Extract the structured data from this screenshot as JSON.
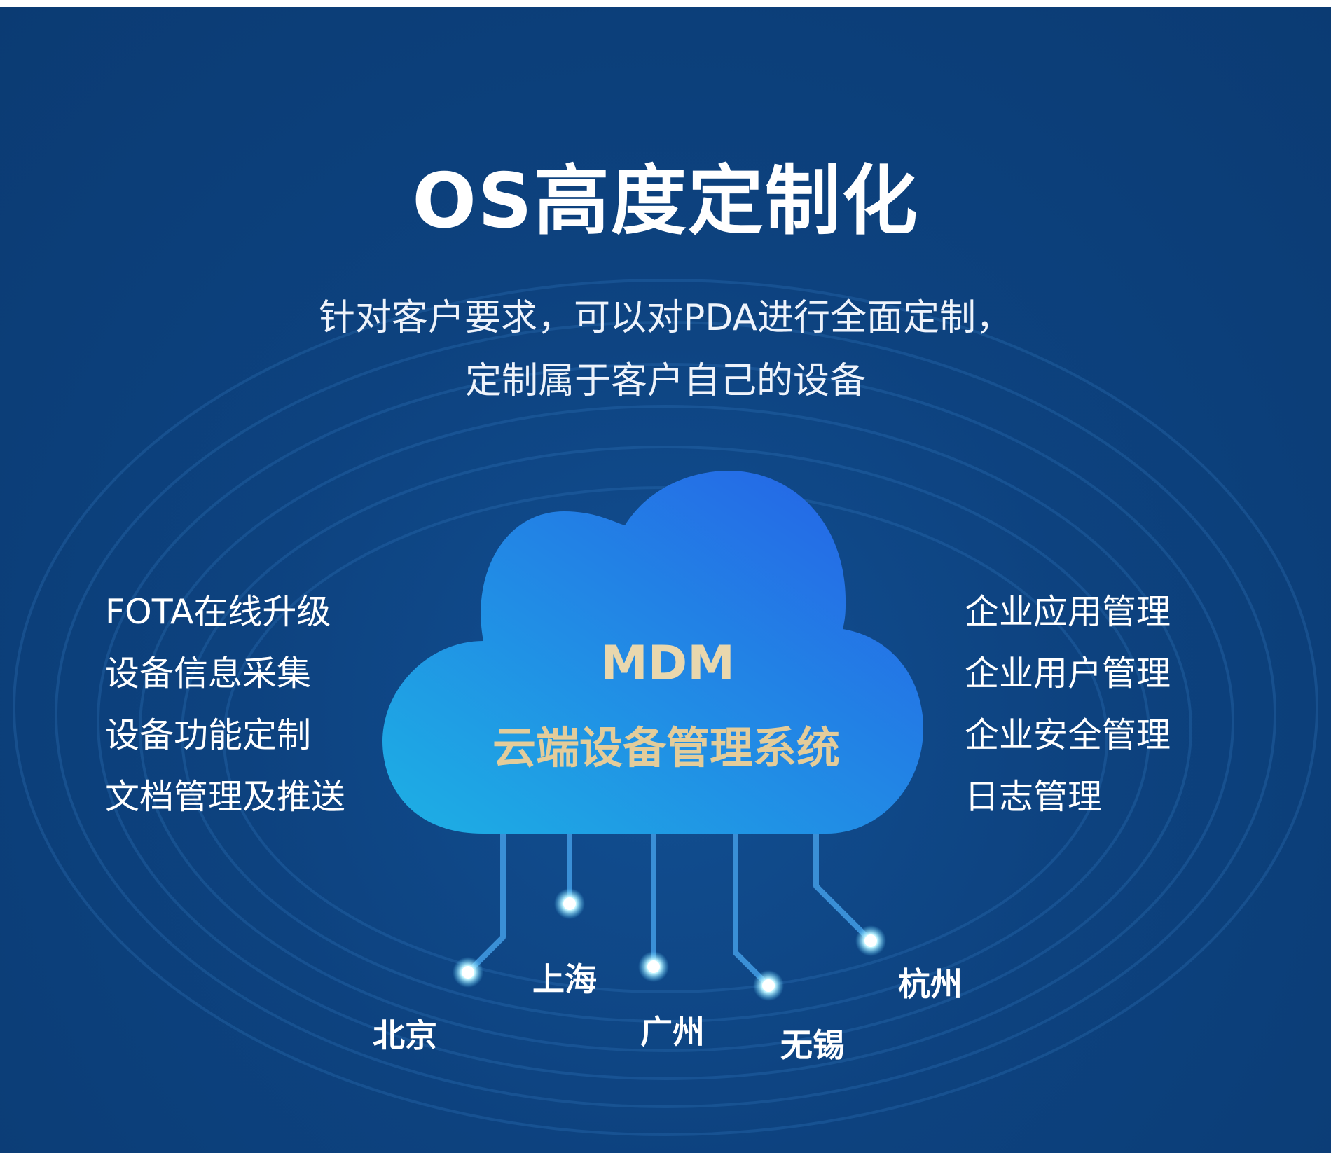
{
  "title": "OS高度定制化",
  "subtitle": {
    "line1": "针对客户要求，可以对PDA进行全面定制，",
    "line2": "定制属于客户自己的设备"
  },
  "cloud": {
    "name": "MDM",
    "label": "云端设备管理系统"
  },
  "features_left": [
    "FOTA在线升级",
    "设备信息采集",
    "设备功能定制",
    "文档管理及推送"
  ],
  "features_right": [
    "企业应用管理",
    "企业用户管理",
    "企业安全管理",
    "日志管理"
  ],
  "cities": {
    "beijing": "北京",
    "shanghai": "上海",
    "guangzhou": "广州",
    "wuxi": "无锡",
    "hangzhou": "杭州"
  },
  "colors": {
    "background": "#0d427f",
    "accent_gold": "#e9d7ad",
    "cloud_light": "#1db0e4",
    "cloud_dark": "#2660e6",
    "node_glow": "#bff4ff"
  }
}
